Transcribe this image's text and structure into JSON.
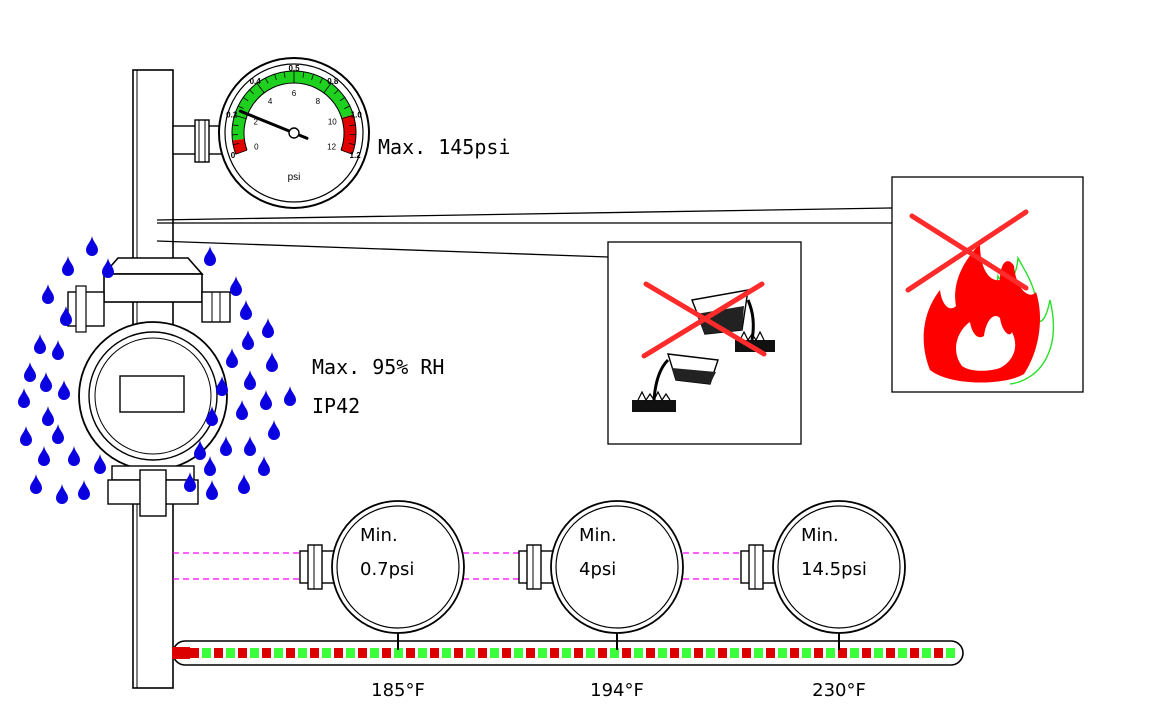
{
  "gauge": {
    "outer_ticks": [
      "0",
      "0.2",
      "0.4",
      "0.5",
      "0.8",
      "1.0",
      "1.2"
    ],
    "inner_ticks": [
      "0",
      "2",
      "4",
      "6",
      "8",
      "10",
      "12"
    ],
    "unit": "psi",
    "needle_value": 2.3,
    "max_label": "Max. 145psi"
  },
  "humidity": {
    "line1": "Max. 95% RH",
    "line2": "IP42"
  },
  "sensors": [
    {
      "line1": "Min.",
      "line2": "0.7psi",
      "temp": "185°F"
    },
    {
      "line1": "Min.",
      "line2": "4psi",
      "temp": "194°F"
    },
    {
      "line1": "Min.",
      "line2": "14.5psi",
      "temp": "230°F"
    }
  ],
  "colors": {
    "green_zone": "#1fd11f",
    "red_zone": "#e00000",
    "water_drops": "#0a00e0",
    "prohibition": "#ff2a2a",
    "flame_red": "#ff0000",
    "flame_outline": "#29e029",
    "process_line": "#ff00ff",
    "heating_pipe": "#dd0000"
  },
  "icons": [
    "no-corrosive-liquids-icon",
    "no-fire-icon",
    "water-drop-icon"
  ]
}
